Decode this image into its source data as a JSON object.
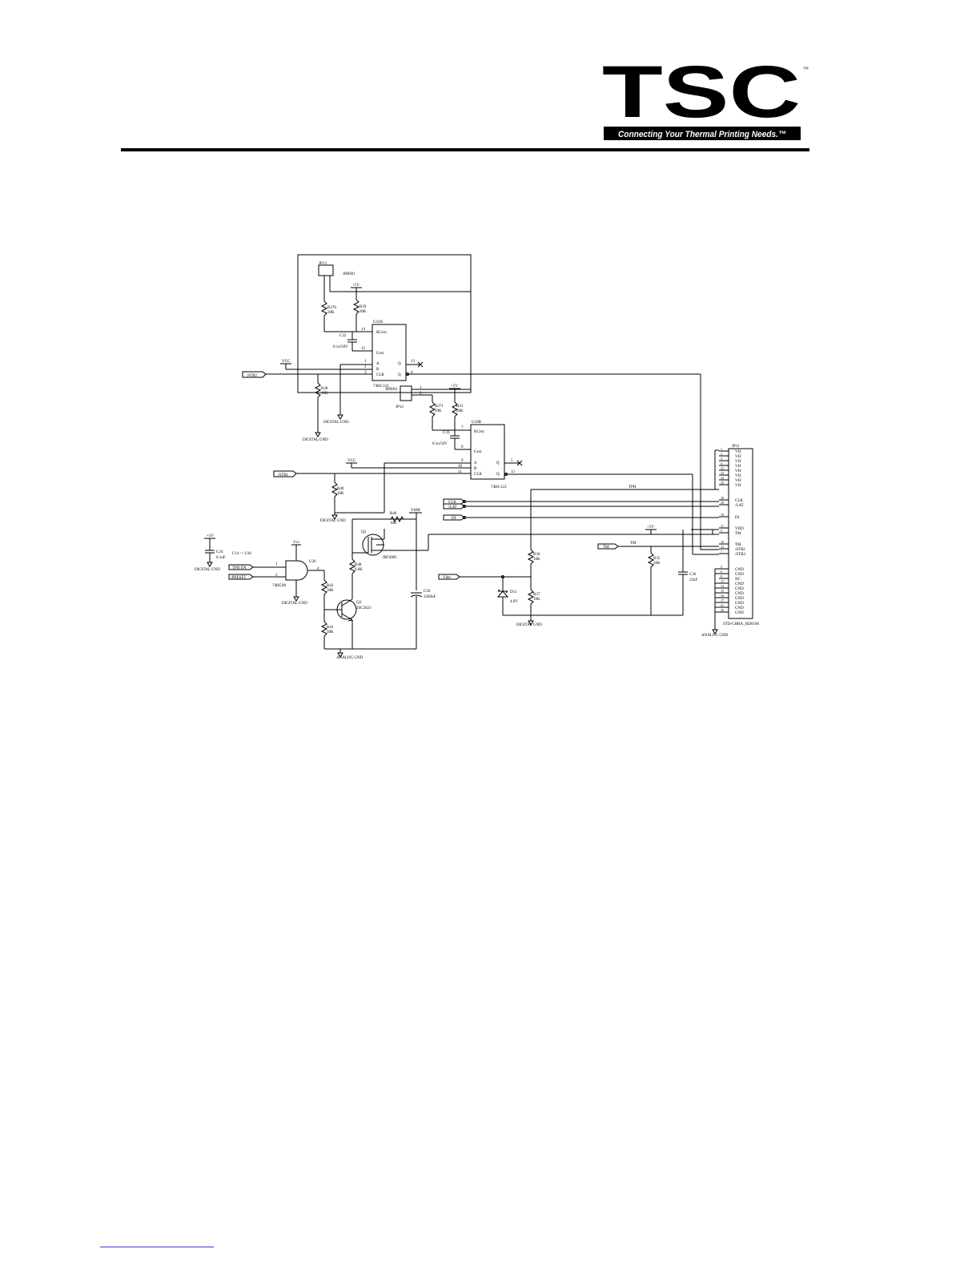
{
  "header": {
    "logo": {
      "letters": "TSC",
      "trademark": "™",
      "tagline": "Connecting Your Thermal Printing Needs.™"
    }
  },
  "schematic": {
    "jumpers": [
      {
        "ref": "JP13",
        "value": "J00D01"
      },
      {
        "ref": "JP14",
        "value": "J00D01"
      }
    ],
    "resistors": [
      {
        "ref": "R270",
        "value": "20K"
      },
      {
        "ref": "R39",
        "value": "20K"
      },
      {
        "ref": "R38",
        "value": "10K"
      },
      {
        "ref": "R271",
        "value": "20K"
      },
      {
        "ref": "R41",
        "value": "20K"
      },
      {
        "ref": "R40",
        "value": "10K"
      },
      {
        "ref": "R46",
        "value": "10K"
      },
      {
        "ref": "R48",
        "value": "6.8K"
      },
      {
        "ref": "R42",
        "value": "30K"
      },
      {
        "ref": "R43",
        "value": "30K"
      },
      {
        "ref": "R36",
        "value": "10K"
      },
      {
        "ref": "R37",
        "value": "10K"
      },
      {
        "ref": "R35",
        "value": "20K"
      }
    ],
    "capacitors": [
      {
        "ref": "C32",
        "value": "0.1u/50V"
      },
      {
        "ref": "C33",
        "value": "0.1u/50V"
      },
      {
        "ref": "C24",
        "value": "0.1uF"
      },
      {
        "ref": "C26",
        "value": "2200uF"
      },
      {
        "ref": "C36",
        "value": "22nF"
      }
    ],
    "ics": [
      {
        "ref": "U10A",
        "value": "74HC123",
        "pins": {
          "rcext": "RCext",
          "cext": "Cext",
          "a": "A",
          "b": "B",
          "clr": "CLR",
          "q": "Q",
          "qn": "Q"
        },
        "pin_numbers": {
          "rcext": "14",
          "cext": "15",
          "a": "1",
          "b": "2",
          "clr": "3",
          "q": "13",
          "qn": "4"
        }
      },
      {
        "ref": "U10B",
        "value": "74HC123",
        "pins": {
          "rcext": "RCext",
          "cext": "Cext",
          "a": "A",
          "b": "B",
          "clr": "CLR",
          "q": "Q",
          "qn": "Q"
        },
        "pin_numbers": {
          "rcext": "7",
          "cext": "6",
          "a": "9",
          "b": "10",
          "clr": "11",
          "q": "5",
          "qn": "12"
        }
      },
      {
        "ref": "U26",
        "value": "74HC08",
        "pins": [
          "1",
          "2",
          "4"
        ],
        "note": "C14 -> U10"
      }
    ],
    "transistors": [
      {
        "ref": "Q2",
        "value": "IRF4905"
      },
      {
        "ref": "Q3",
        "value": "2SC2623"
      }
    ],
    "diode": {
      "ref": "D11",
      "value": "4.6V"
    },
    "power_labels": {
      "vcc": "VCC",
      "plus5v": "+5V",
      "vhm": "VHM",
      "vcc_small": "Vcc"
    },
    "ground_labels": {
      "digital": "DIGITAL GND",
      "analog": "ANALOG GND"
    },
    "net_labels": {
      "stb1": "/STB1",
      "stb2": "/STB2",
      "clk": "CLK",
      "lat": "/LAT",
      "di": "DI",
      "thermistor": "TM",
      "tph": "TPH",
      "vdet": "Vdet",
      "tph_en": "TPH EN",
      "preset": "/PRESET"
    },
    "connector": {
      "ref": "JP11",
      "value": "STD-CHHA_HD0106",
      "pins": [
        {
          "num": "1",
          "name": "VH"
        },
        {
          "num": "2",
          "name": "VH"
        },
        {
          "num": "3",
          "name": "VH"
        },
        {
          "num": "4",
          "name": "VH"
        },
        {
          "num": "22",
          "name": "VH"
        },
        {
          "num": "23",
          "name": "VH"
        },
        {
          "num": "24",
          "name": "VH"
        },
        {
          "num": "25",
          "name": "VH"
        },
        {
          "num": "18",
          "name": "CLK"
        },
        {
          "num": "20",
          "name": "/LAT"
        },
        {
          "num": "19",
          "name": "DI"
        },
        {
          "num": "11",
          "name": "VDD"
        },
        {
          "num": "9",
          "name": "TM"
        },
        {
          "num": "10",
          "name": "TM"
        },
        {
          "num": "13",
          "name": "/STB1"
        },
        {
          "num": "7",
          "name": "/STB2"
        },
        {
          "num": "5",
          "name": "GND"
        },
        {
          "num": "6",
          "name": "GND"
        },
        {
          "num": "8",
          "name": "NC"
        },
        {
          "num": "12",
          "name": "GND"
        },
        {
          "num": "14",
          "name": "GND"
        },
        {
          "num": "15",
          "name": "GND"
        },
        {
          "num": "16",
          "name": "GND"
        },
        {
          "num": "17",
          "name": "GND"
        },
        {
          "num": "21",
          "name": "GND"
        },
        {
          "num": "26",
          "name": "GND"
        }
      ]
    }
  }
}
